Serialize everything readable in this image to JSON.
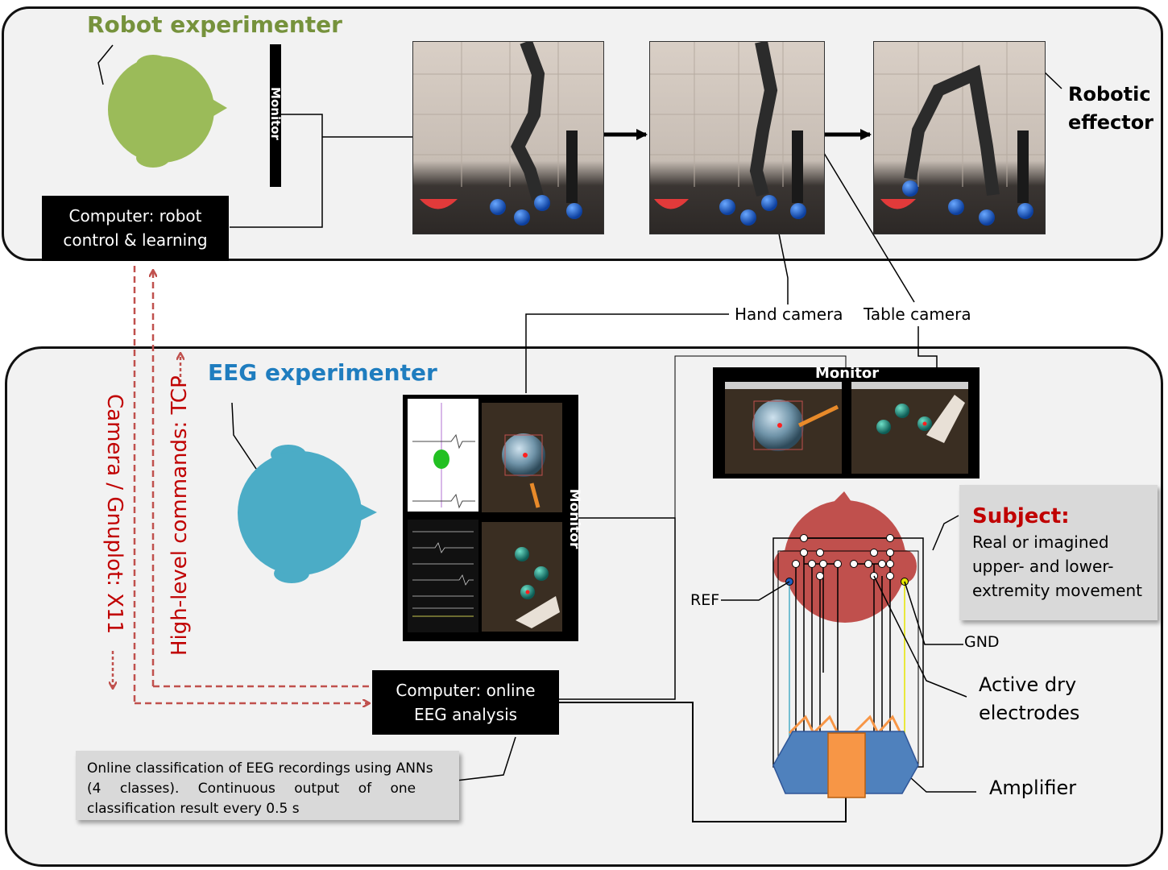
{
  "robot_panel": {
    "title": "Robot experimenter",
    "monitor_label": "Monitor",
    "computer_label_line1": "Computer: robot",
    "computer_label_line2": "control & learning",
    "effector_label_line1": "Robotic",
    "effector_label_line2": "effector"
  },
  "cameras": {
    "hand": "Hand camera",
    "table": "Table camera"
  },
  "links": {
    "camera_link": "Camera / Gnuplot: X11",
    "command_link": "High-level commands: TCP"
  },
  "eeg_panel": {
    "title": "EEG experimenter",
    "monitor_label": "Monitor",
    "subject_monitor_label": "Monitor",
    "computer_label_line1": "Computer: online",
    "computer_label_line2": "EEG analysis",
    "classification_line1": "Online classification of EEG recordings using ANNs",
    "classification_line2": "(4 classes). Continuous output of one",
    "classification_line3": "classification result every 0.5 s"
  },
  "subject": {
    "title": "Subject:",
    "desc_line1": "Real or imagined",
    "desc_line2": "upper- and lower-",
    "desc_line3": "extremity movement",
    "ref": "REF",
    "gnd": "GND",
    "electrodes_line1": "Active dry",
    "electrodes_line2": "electrodes",
    "amplifier": "Amplifier"
  },
  "colors": {
    "robot_green": "#9bbb59",
    "eeg_blue": "#4bacc6",
    "subject_red": "#c0504d",
    "link_red": "#c0504d",
    "title_red": "#c00000",
    "amplifier_blue": "#4f81bd",
    "amplifier_orange": "#f79646"
  }
}
